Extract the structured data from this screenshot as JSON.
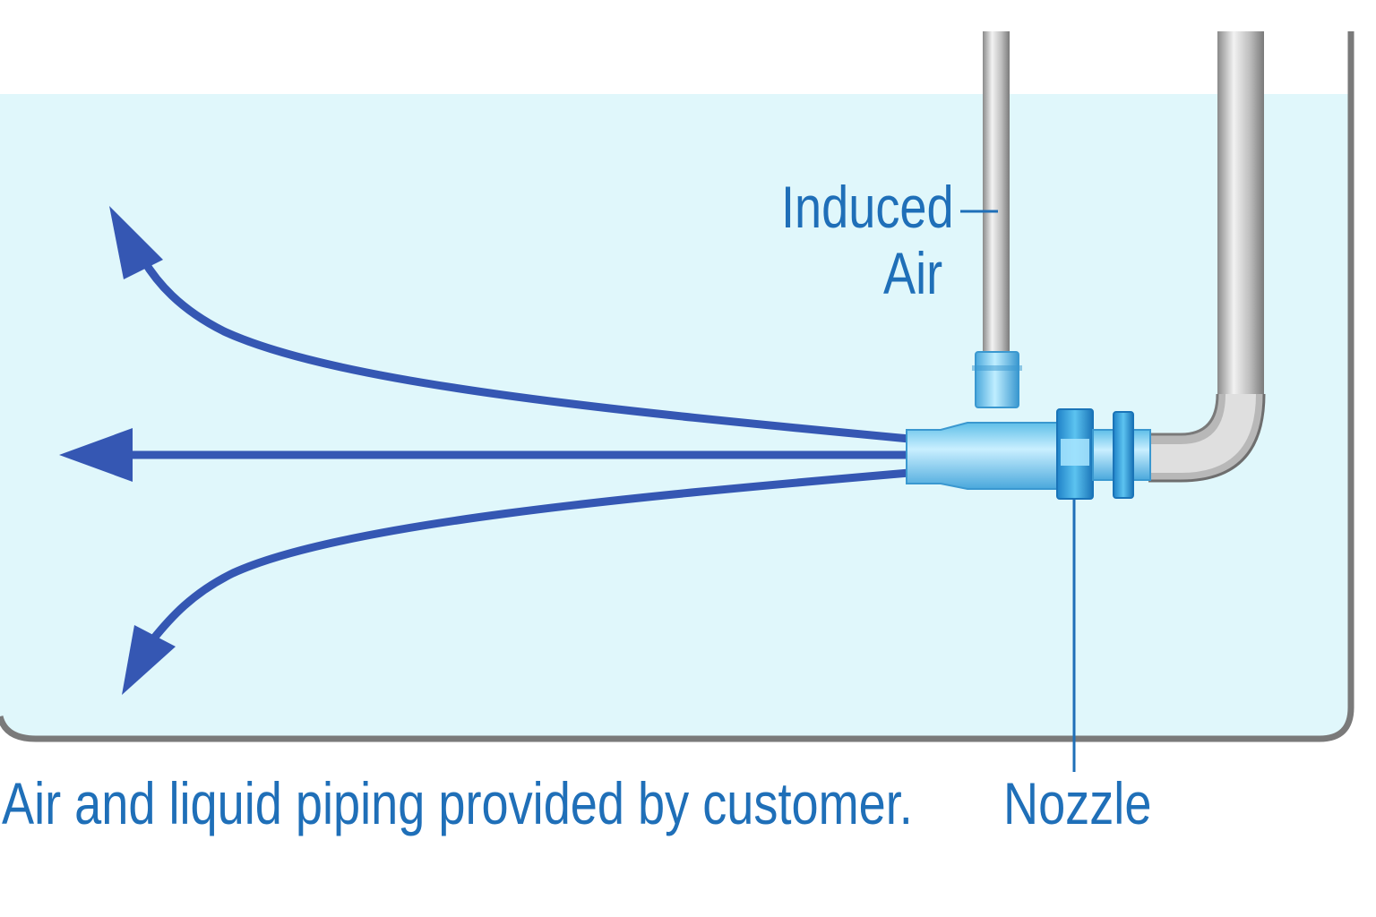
{
  "labels": {
    "induced_air": [
      "Induced",
      "Air"
    ],
    "nozzle": "Nozzle",
    "caption": "Air and liquid piping provided by customer."
  },
  "colors": {
    "liquid": "#e0f7fb",
    "tank_wall": "#7a7a7a",
    "arrow": "#3557b3",
    "label_text": "#1f6fb8",
    "nozzle_body": "#7fcff2",
    "pipe_metal": "#b0b0b0"
  },
  "icons": {
    "flow_arrows": "flow-arrow-icon",
    "nozzle": "eductor-nozzle-icon",
    "pipes": "pipe-icon"
  }
}
